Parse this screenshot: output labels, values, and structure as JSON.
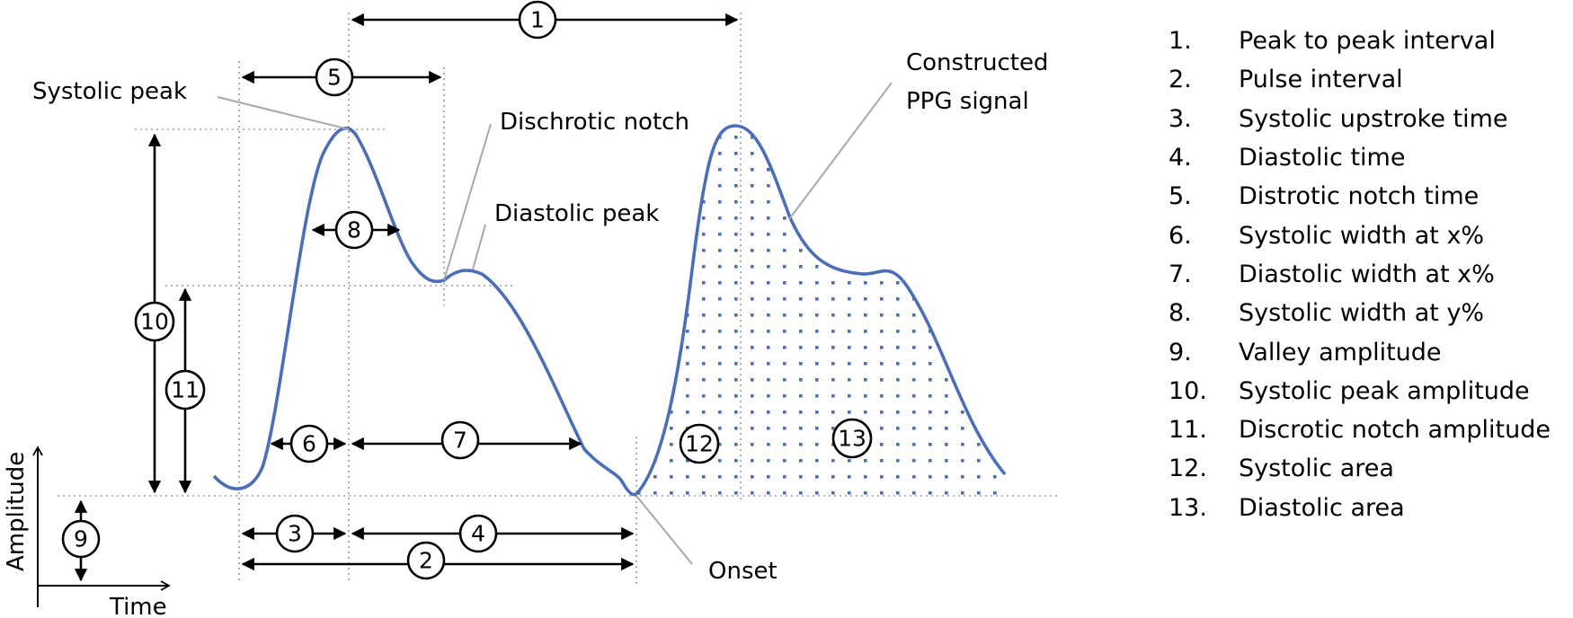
{
  "labels": {
    "systolic_peak": "Systolic peak",
    "dischrotic_notch": "Dischrotic notch",
    "diastolic_peak": "Diastolic peak",
    "constructed_line1": "Constructed",
    "constructed_line2": "PPG signal",
    "onset": "Onset",
    "axis_y": "Amplitude",
    "axis_x": "Time"
  },
  "markers": [
    "1",
    "2",
    "3",
    "4",
    "5",
    "6",
    "7",
    "8",
    "9",
    "10",
    "11",
    "12",
    "13"
  ],
  "legend": [
    {
      "num": "1.",
      "text": "Peak to peak interval"
    },
    {
      "num": "2.",
      "text": "Pulse interval"
    },
    {
      "num": "3.",
      "text": "Systolic upstroke time"
    },
    {
      "num": "4.",
      "text": "Diastolic time"
    },
    {
      "num": "5.",
      "text": "Distrotic notch time"
    },
    {
      "num": "6.",
      "text": "Systolic width at x%"
    },
    {
      "num": "7.",
      "text": "Diastolic width at x%"
    },
    {
      "num": "8.",
      "text": "Systolic width at y%"
    },
    {
      "num": "9.",
      "text": "Valley amplitude"
    },
    {
      "num": "10.",
      "text": "Systolic peak amplitude"
    },
    {
      "num": "11.",
      "text": "Discrotic notch amplitude"
    },
    {
      "num": "12.",
      "text": "Systolic area"
    },
    {
      "num": "13.",
      "text": "Diastolic area"
    }
  ],
  "colors": {
    "signal": "#4a6fb8",
    "guide": "#9a9a9a",
    "leader": "#a8a8a8",
    "text": "#000000"
  }
}
